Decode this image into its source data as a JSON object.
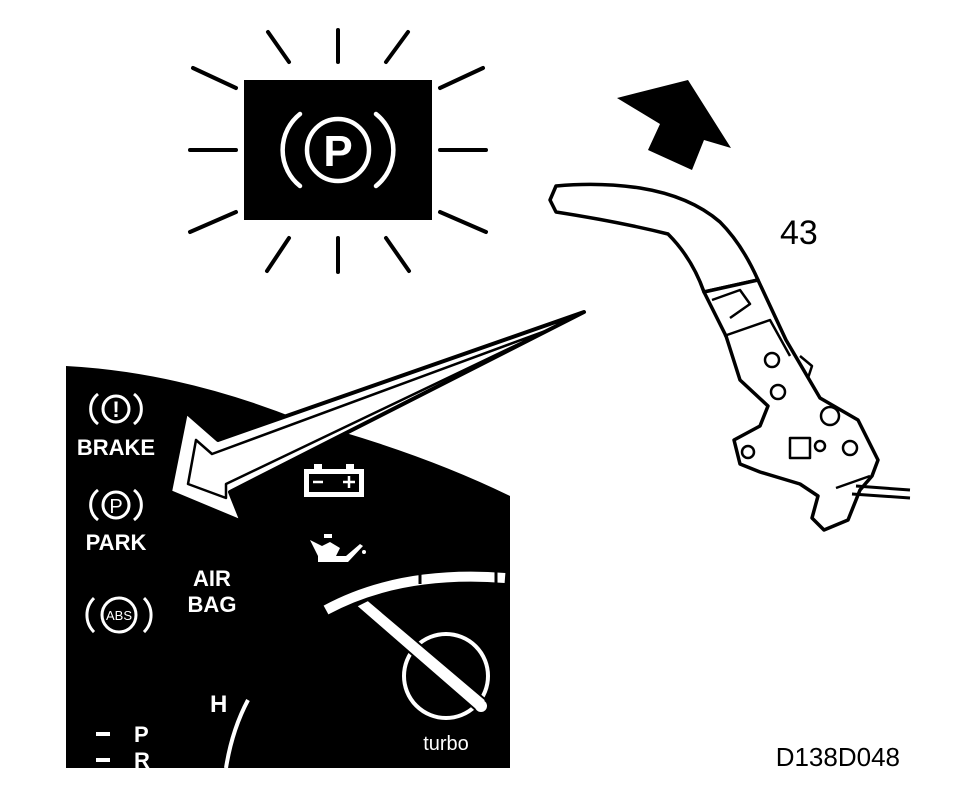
{
  "figure": {
    "part_number": "43",
    "code": "D138D048",
    "warning_lamp": {
      "symbol": "P",
      "icon": "parking-brake-warning-icon",
      "state": "lit"
    },
    "cluster": {
      "indicators": [
        {
          "symbol": "!",
          "label": "BRAKE",
          "icon": "brake-warning-icon"
        },
        {
          "symbol": "P",
          "label": "PARK",
          "icon": "park-brake-icon"
        },
        {
          "symbol": "ABS",
          "label": "",
          "icon": "abs-warning-icon"
        }
      ],
      "airbag_line1": "AIR",
      "airbag_line2": "BAG",
      "temp_mark": "H",
      "gauge_label": "turbo",
      "gear_1": "P",
      "gear_2": "R",
      "battery_icon": "battery-icon",
      "oil_icon": "oil-can-icon"
    },
    "colors": {
      "ink": "#000000",
      "paper": "#ffffff"
    }
  }
}
